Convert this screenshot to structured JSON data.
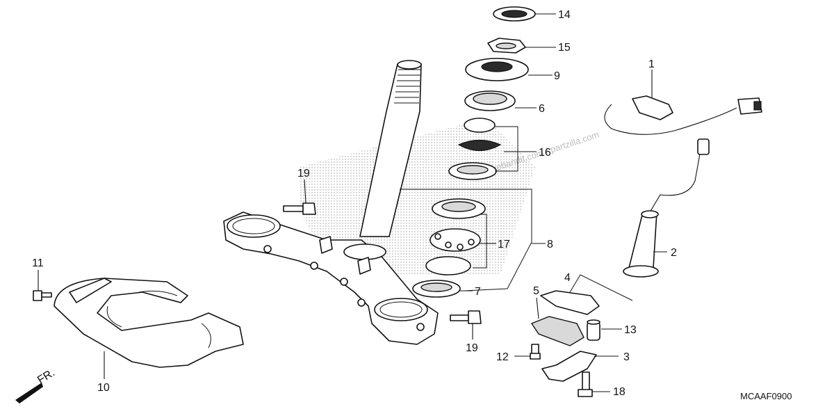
{
  "diagram": {
    "code": "MCAAF0900",
    "watermark": "bikebandit.com / partzilla.com",
    "front_marker": "FR.",
    "callouts": [
      {
        "id": "c1",
        "text": "1"
      },
      {
        "id": "c2",
        "text": "2"
      },
      {
        "id": "c3",
        "text": "3"
      },
      {
        "id": "c4",
        "text": "4"
      },
      {
        "id": "c5",
        "text": "5"
      },
      {
        "id": "c6",
        "text": "6"
      },
      {
        "id": "c7",
        "text": "7"
      },
      {
        "id": "c8",
        "text": "8"
      },
      {
        "id": "c9",
        "text": "9"
      },
      {
        "id": "c10",
        "text": "10"
      },
      {
        "id": "c11",
        "text": "11"
      },
      {
        "id": "c12",
        "text": "12"
      },
      {
        "id": "c13",
        "text": "13"
      },
      {
        "id": "c14",
        "text": "14"
      },
      {
        "id": "c15",
        "text": "15"
      },
      {
        "id": "c16",
        "text": "16"
      },
      {
        "id": "c17",
        "text": "17"
      },
      {
        "id": "c18",
        "text": "18"
      },
      {
        "id": "c19a",
        "text": "19"
      },
      {
        "id": "c19b",
        "text": "19"
      }
    ]
  }
}
